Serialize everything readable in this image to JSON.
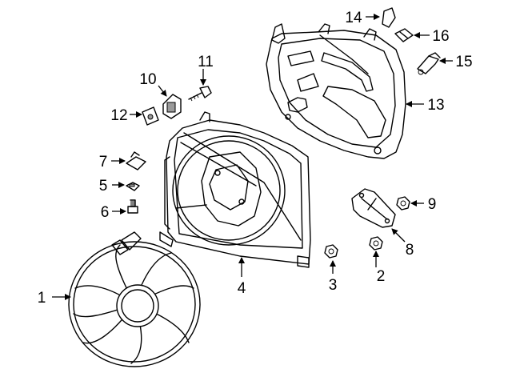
{
  "callouts": {
    "p1": "1",
    "p2": "2",
    "p3": "3",
    "p4": "4",
    "p5": "5",
    "p6": "6",
    "p7": "7",
    "p8": "8",
    "p9": "9",
    "p10": "10",
    "p11": "11",
    "p12": "12",
    "p13": "13",
    "p14": "14",
    "p15": "15",
    "p16": "16"
  },
  "colors": {
    "line": "#000000",
    "background": "#ffffff",
    "fill_grey": "#9a9a9a"
  }
}
